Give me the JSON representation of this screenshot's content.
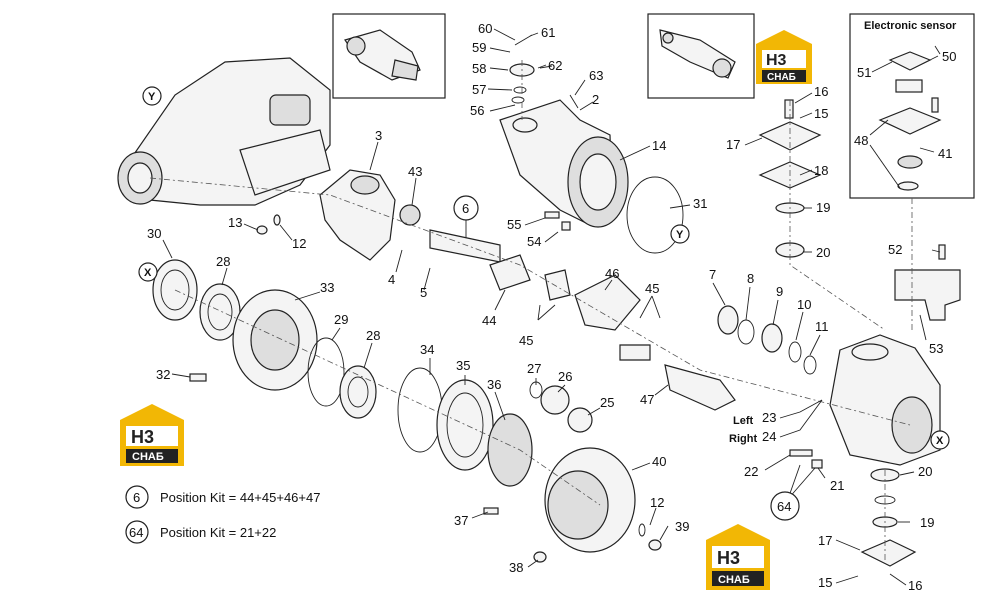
{
  "sensor_box_title": "Electronic sensor",
  "callouts": [
    {
      "id": "c60",
      "text": "60"
    },
    {
      "id": "c61",
      "text": "61"
    },
    {
      "id": "c59",
      "text": "59"
    },
    {
      "id": "c58",
      "text": "58"
    },
    {
      "id": "c62",
      "text": "62"
    },
    {
      "id": "c63",
      "text": "63"
    },
    {
      "id": "c57",
      "text": "57"
    },
    {
      "id": "c2",
      "text": "2"
    },
    {
      "id": "c56",
      "text": "56"
    },
    {
      "id": "c3",
      "text": "3"
    },
    {
      "id": "c14",
      "text": "14"
    },
    {
      "id": "c43",
      "text": "43"
    },
    {
      "id": "c16a",
      "text": "16"
    },
    {
      "id": "c15a",
      "text": "15"
    },
    {
      "id": "c17a",
      "text": "17"
    },
    {
      "id": "c18",
      "text": "18"
    },
    {
      "id": "c19a",
      "text": "19"
    },
    {
      "id": "c20a",
      "text": "20"
    },
    {
      "id": "c31",
      "text": "31"
    },
    {
      "id": "c55",
      "text": "55"
    },
    {
      "id": "c54",
      "text": "54"
    },
    {
      "id": "c13",
      "text": "13"
    },
    {
      "id": "c12a",
      "text": "12"
    },
    {
      "id": "c30",
      "text": "30"
    },
    {
      "id": "c28a",
      "text": "28"
    },
    {
      "id": "c4",
      "text": "4"
    },
    {
      "id": "c5",
      "text": "5"
    },
    {
      "id": "c46",
      "text": "46"
    },
    {
      "id": "c45a",
      "text": "45"
    },
    {
      "id": "c7",
      "text": "7"
    },
    {
      "id": "c8",
      "text": "8"
    },
    {
      "id": "c9",
      "text": "9"
    },
    {
      "id": "c10",
      "text": "10"
    },
    {
      "id": "c11",
      "text": "11"
    },
    {
      "id": "c52",
      "text": "52"
    },
    {
      "id": "c33",
      "text": "33"
    },
    {
      "id": "c29",
      "text": "29"
    },
    {
      "id": "c28b",
      "text": "28"
    },
    {
      "id": "c44",
      "text": "44"
    },
    {
      "id": "c45b",
      "text": "45"
    },
    {
      "id": "c53",
      "text": "53"
    },
    {
      "id": "c32",
      "text": "32"
    },
    {
      "id": "c34",
      "text": "34"
    },
    {
      "id": "c35",
      "text": "35"
    },
    {
      "id": "c27",
      "text": "27"
    },
    {
      "id": "c26",
      "text": "26"
    },
    {
      "id": "c47",
      "text": "47"
    },
    {
      "id": "c36",
      "text": "36"
    },
    {
      "id": "c25",
      "text": "25"
    },
    {
      "id": "c23",
      "text": "23"
    },
    {
      "id": "c24",
      "text": "24"
    },
    {
      "id": "c40",
      "text": "40"
    },
    {
      "id": "c20b",
      "text": "20"
    },
    {
      "id": "c22",
      "text": "22"
    },
    {
      "id": "c21",
      "text": "21"
    },
    {
      "id": "c19b",
      "text": "19"
    },
    {
      "id": "c12b",
      "text": "12"
    },
    {
      "id": "c37",
      "text": "37"
    },
    {
      "id": "c39",
      "text": "39"
    },
    {
      "id": "c17b",
      "text": "17"
    },
    {
      "id": "c38",
      "text": "38"
    },
    {
      "id": "c15b",
      "text": "15"
    },
    {
      "id": "c16b",
      "text": "16"
    },
    {
      "id": "c51",
      "text": "51"
    },
    {
      "id": "c50",
      "text": "50"
    },
    {
      "id": "c48",
      "text": "48"
    },
    {
      "id": "c41",
      "text": "41"
    }
  ],
  "circled_refs": {
    "ref6": "6",
    "ref64": "64",
    "ref6_legend": "6",
    "ref64_legend": "64"
  },
  "section_marks": {
    "y_top": "Y",
    "y_right": "Y",
    "x_left": "X",
    "x_right": "X"
  },
  "side_labels": {
    "left": "Left",
    "right": "Right"
  },
  "legend": [
    {
      "text": "Position Kit = 44+45+46+47"
    },
    {
      "text": "Position Kit = 21+22"
    }
  ],
  "logo": {
    "mark": "H3",
    "word": "СНАБ",
    "color": "#f2b705"
  }
}
